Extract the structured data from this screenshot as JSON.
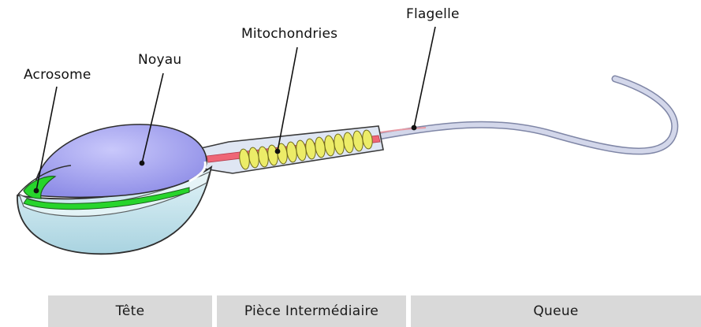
{
  "labels": {
    "acrosome": "Acrosome",
    "noyau": "Noyau",
    "mitochondries": "Mitochondries",
    "flagelle": "Flagelle"
  },
  "sections": {
    "tete": "Tête",
    "piece": "Pièce Intermédiaire",
    "queue": "Queue"
  },
  "colors": {
    "nucleus": "#9f9ef0",
    "head_shell": "#bfe3ec",
    "acrosome": "#22d12a",
    "midpiece_core": "#f26b7a",
    "mitochondria": "#eded6a",
    "flagellum": "#c9cde3",
    "section_bg": "#d9d9d9"
  }
}
